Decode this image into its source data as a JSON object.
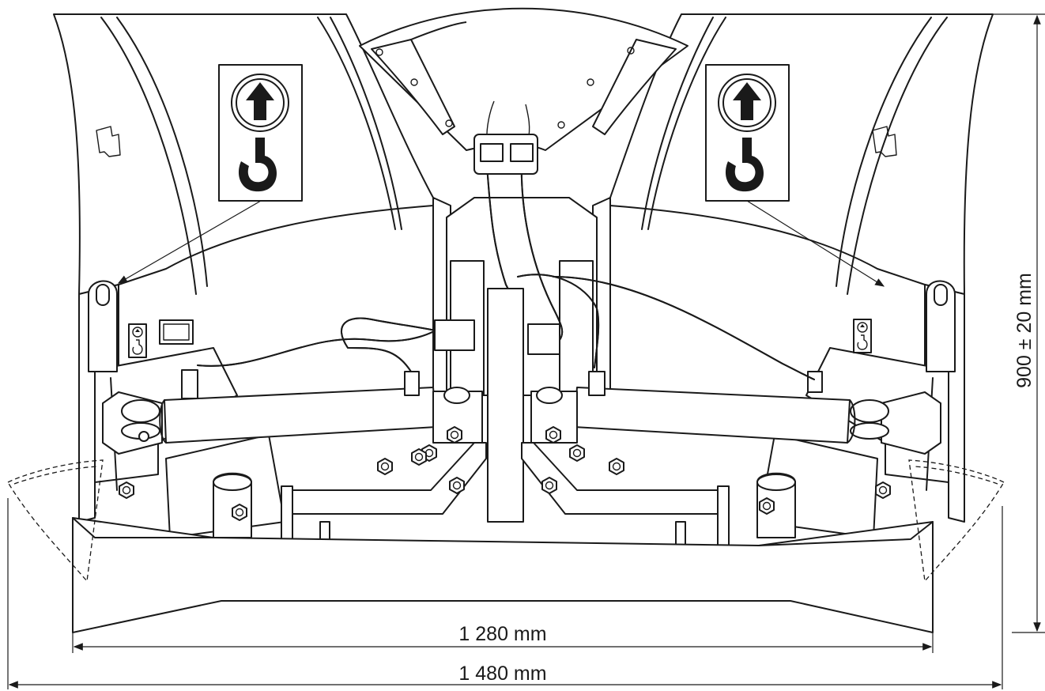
{
  "dimensions": {
    "inner_width": "1 280 mm",
    "outer_width": "1 480 mm",
    "height": "900 ± 20 mm"
  },
  "symbols": {
    "lift_point_sign": "lifting-hook-icon"
  },
  "colors": {
    "line": "#1a1a1a",
    "background": "#ffffff"
  }
}
